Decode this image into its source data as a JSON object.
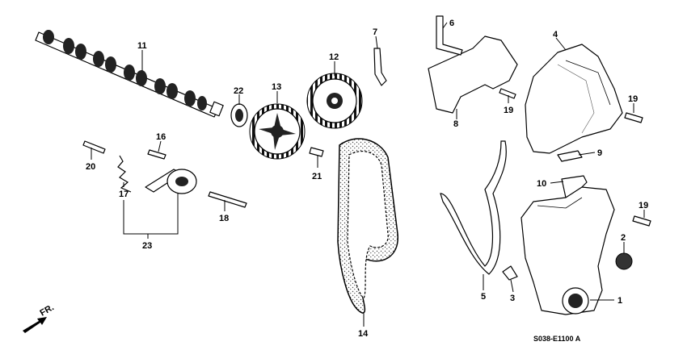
{
  "diagram": {
    "callouts": [
      "1",
      "2",
      "3",
      "4",
      "5",
      "6",
      "7",
      "8",
      "9",
      "10",
      "11",
      "12",
      "13",
      "14",
      "16",
      "17",
      "18",
      "19",
      "19",
      "20",
      "21",
      "22",
      "23"
    ],
    "direction_label": "FR.",
    "diagram_code": "S038-E1100 A",
    "parts": [
      "camshaft",
      "oil-seal",
      "camshaft-pulley-left",
      "camshaft-pulley-right",
      "timing-belt",
      "upper-cover",
      "middle-cover",
      "back-cover",
      "lower-cover",
      "cover-seal",
      "cap",
      "tensioner",
      "spring",
      "bolt"
    ]
  }
}
